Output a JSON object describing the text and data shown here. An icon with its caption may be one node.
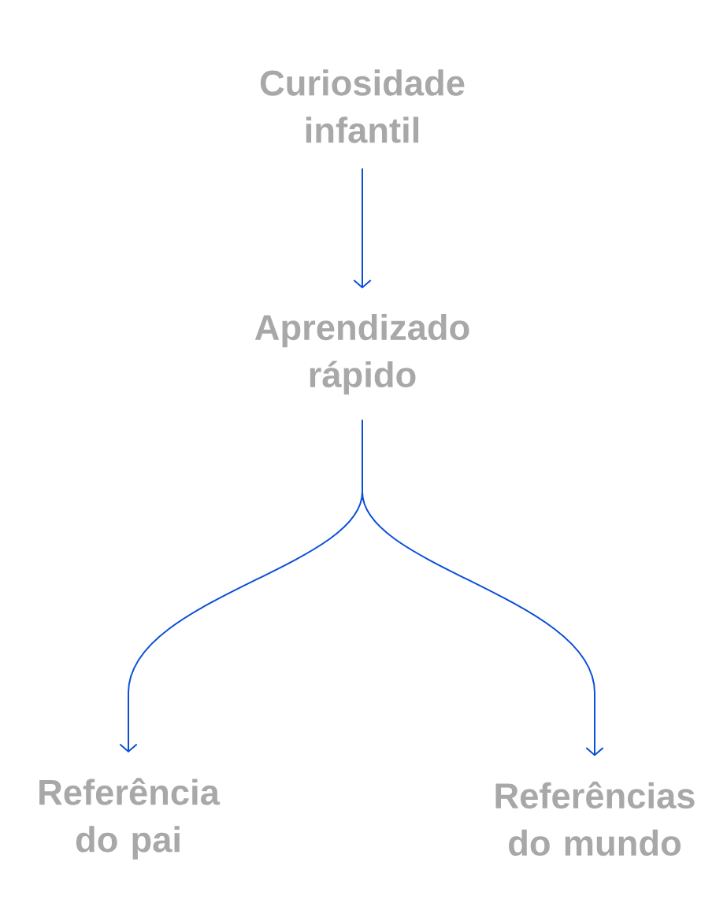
{
  "diagram": {
    "nodes": [
      {
        "text": [
          "Curiosidade infantil"
        ]
      },
      {
        "text": [
          "Aprendizado rápido"
        ]
      },
      {
        "text": [
          "Referência do pai"
        ]
      },
      {
        "text": [
          "Referências do mundo"
        ]
      }
    ],
    "edges": [
      {
        "from": 0,
        "to": 1,
        "arrow": "to"
      },
      {
        "from": 1,
        "to": 2,
        "arrow": "to"
      },
      {
        "from": 1,
        "to": 3,
        "arrow": "to"
      }
    ]
  }
}
